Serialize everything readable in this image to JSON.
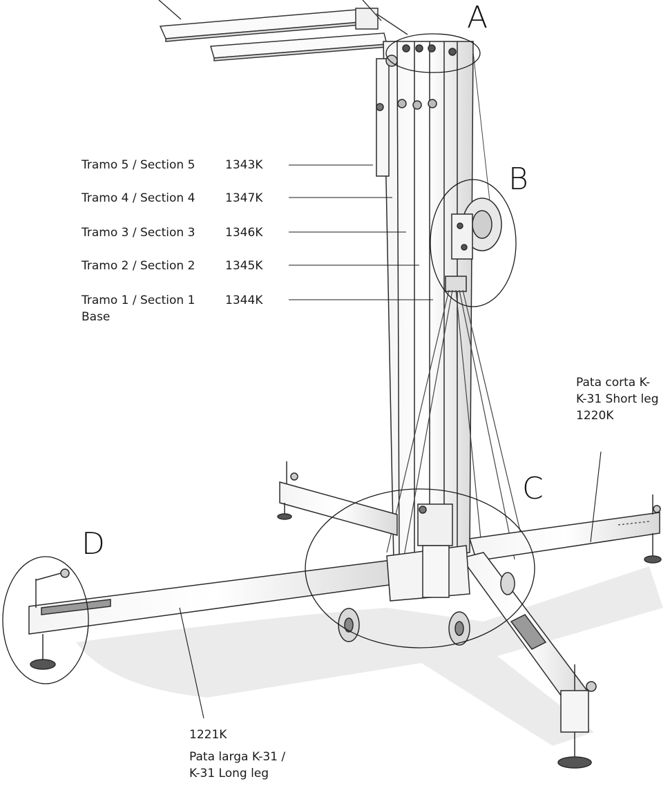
{
  "callouts": {
    "a": "A",
    "b": "B",
    "c": "C",
    "d": "D"
  },
  "sections": [
    {
      "name": "Tramo 5 / Section 5",
      "code": "1343K"
    },
    {
      "name": "Tramo 4 / Section 4",
      "code": "1347K"
    },
    {
      "name": "Tramo 3 / Section 3",
      "code": "1346K"
    },
    {
      "name": "Tramo 2 / Section 2",
      "code": "1345K"
    },
    {
      "name": "Tramo 1 / Section 1",
      "code": "1344K"
    }
  ],
  "base_label": "Base",
  "short_leg": {
    "line1": "Pata corta K-",
    "line2": "K-31 Short leg",
    "code": "1220K"
  },
  "long_leg": {
    "code": "1221K",
    "line1": "Pata larga K-31 /",
    "line2": "K-31 Long leg"
  }
}
